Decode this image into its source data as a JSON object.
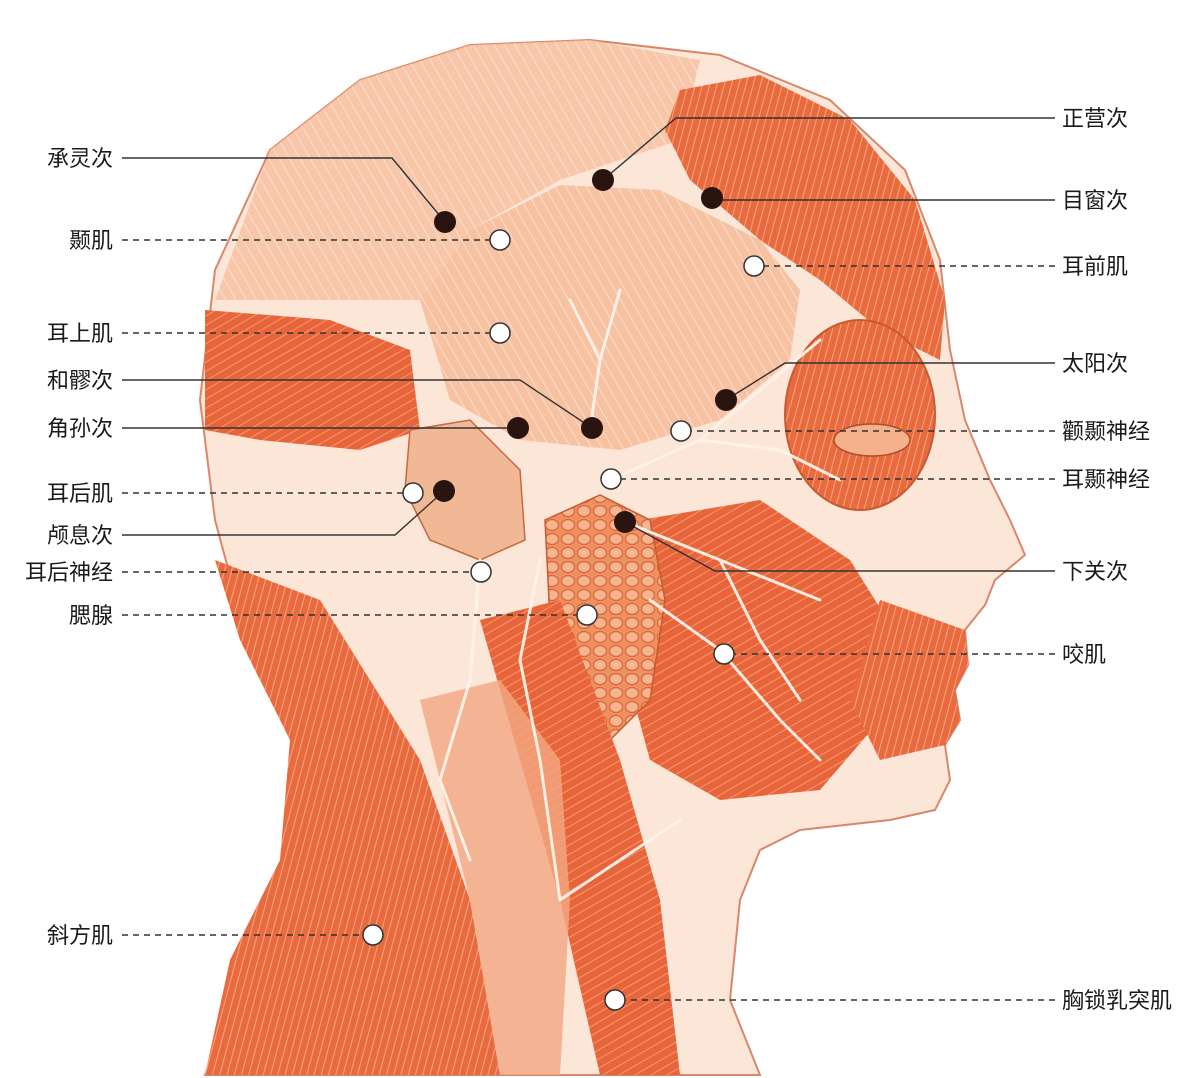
{
  "left_labels": [
    {
      "id": "chengling",
      "text": "承灵次",
      "kind": "acupoint"
    },
    {
      "id": "nie",
      "text": "颞肌",
      "kind": "muscle"
    },
    {
      "id": "ershang",
      "text": "耳上肌",
      "kind": "muscle"
    },
    {
      "id": "heliao",
      "text": "和髎次",
      "kind": "acupoint"
    },
    {
      "id": "jiaosun",
      "text": "角孙次",
      "kind": "acupoint"
    },
    {
      "id": "erhou",
      "text": "耳后肌",
      "kind": "muscle"
    },
    {
      "id": "luxi",
      "text": "颅息次",
      "kind": "acupoint"
    },
    {
      "id": "erhoushenjing",
      "text": "耳后神经",
      "kind": "nerve"
    },
    {
      "id": "sai",
      "text": "腮腺",
      "kind": "gland"
    },
    {
      "id": "xiefang",
      "text": "斜方肌",
      "kind": "muscle"
    }
  ],
  "right_labels": [
    {
      "id": "zhengying",
      "text": "正营次",
      "kind": "acupoint"
    },
    {
      "id": "muchuang",
      "text": "目窗次",
      "kind": "acupoint"
    },
    {
      "id": "erqian",
      "text": "耳前肌",
      "kind": "muscle"
    },
    {
      "id": "taiyang",
      "text": "太阳次",
      "kind": "acupoint"
    },
    {
      "id": "quannie",
      "text": "颧颞神经",
      "kind": "nerve"
    },
    {
      "id": "ernie",
      "text": "耳颞神经",
      "kind": "nerve"
    },
    {
      "id": "xiaguan",
      "text": "下关次",
      "kind": "acupoint"
    },
    {
      "id": "yao",
      "text": "咬肌",
      "kind": "muscle"
    },
    {
      "id": "xiongsuo",
      "text": "胸锁乳突肌",
      "kind": "muscle"
    }
  ],
  "colors": {
    "muscle_red": "#e8643a",
    "muscle_light": "#f6b48f",
    "skin": "#fbe8dc",
    "acupoint_dot": "#2a1410",
    "structure_dot": "#ffffff",
    "leader": "#333333"
  }
}
